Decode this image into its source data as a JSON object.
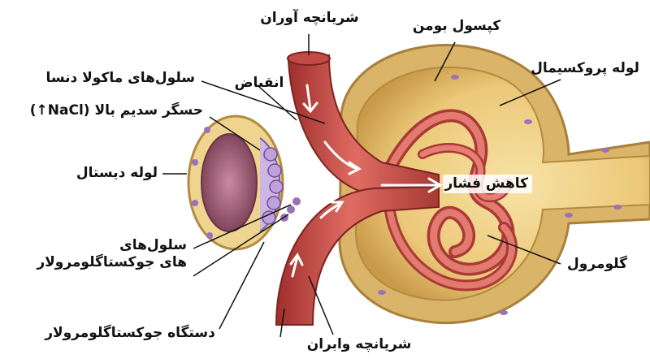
{
  "figure": {
    "labels": {
      "afferent_arteriole": "شریانچه آوران",
      "bowman_capsule": "کپسول بومن",
      "proximal_tubule": "لوله پروکسیمال",
      "macula_densa_cells": "سلول‌های ماکولا دنسا",
      "constriction": "انقباض",
      "high_sodium_sensor": "حسگر سدیم بالا (NaCl↑)",
      "pressure_drop": "کاهش فشار",
      "distal_tubule": "لوله دیستال",
      "juxtaglomerular_cells_line1": "سلول‌های",
      "juxtaglomerular_cells_line2": "های جوکستاگلومرولار",
      "glomerulus": "گلومرول",
      "juxtaglomerular_apparatus": "دستگاه جوکستاگلومرولار",
      "efferent_arteriole": "شریانچه وابران"
    }
  }
}
